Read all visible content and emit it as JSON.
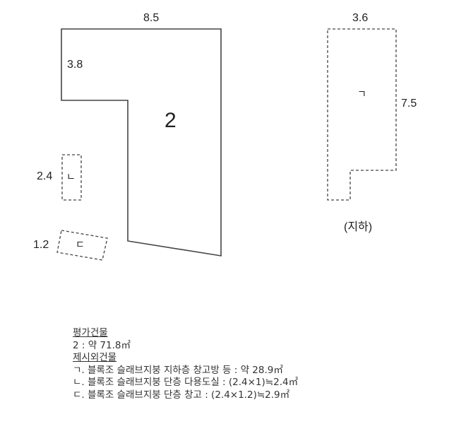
{
  "diagram": {
    "main_building": {
      "label": "2",
      "dim_top": "8.5",
      "dim_left": "3.8",
      "outline": "solid"
    },
    "annex_b": {
      "label": "ㄴ",
      "dim": "2.4",
      "outline": "dashed"
    },
    "annex_c": {
      "label": "ㄷ",
      "dim": "1.2",
      "outline": "dashed"
    },
    "basement": {
      "label": "ㄱ",
      "dim_top": "3.6",
      "dim_right": "7.5",
      "caption": "(지하)",
      "outline": "dashed"
    },
    "colors": {
      "line": "#444444",
      "text": "#222222",
      "background": "#ffffff"
    }
  },
  "legend": {
    "evaluated_heading": "평가건물",
    "evaluated_item": "2 : 약 71.8㎡",
    "excluded_heading": "제시외건물",
    "excluded_items": [
      "ㄱ. 블록조 슬래브지붕 지하층 창고방 등 : 약 28.9㎡",
      "ㄴ. 블록조 슬래브지붕 단층 다용도실 : (2.4×1)≒2.4㎡",
      "ㄷ. 블록조 슬래브지붕 단층 창고 : (2.4×1.2)≒2.9㎡"
    ]
  }
}
